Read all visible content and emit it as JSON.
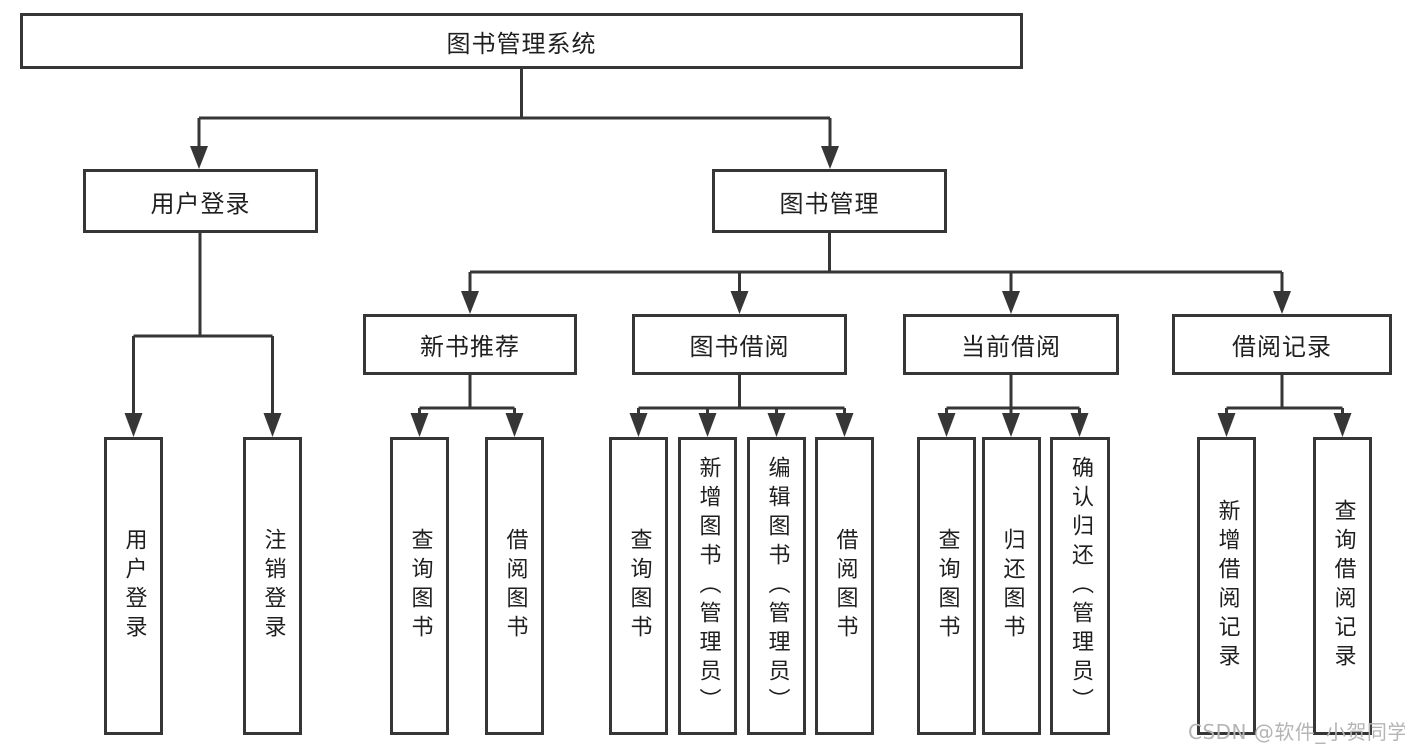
{
  "tree": {
    "root": "图书管理系统",
    "level2": [
      {
        "label": "用户登录",
        "children": [
          "用户登录",
          "注销登录"
        ]
      },
      {
        "label": "图书管理",
        "children": [
          {
            "label": "新书推荐",
            "children": [
              "查询图书",
              "借阅图书"
            ]
          },
          {
            "label": "图书借阅",
            "children": [
              "查询图书",
              "新增图书（管理员）",
              "编辑图书（管理员）",
              "借阅图书"
            ]
          },
          {
            "label": "当前借阅",
            "children": [
              "查询图书",
              "归还图书",
              "确认归还（管理员）"
            ]
          },
          {
            "label": "借阅记录",
            "children": [
              "新增借阅记录",
              "查询借阅记录"
            ]
          }
        ]
      }
    ]
  },
  "watermark": {
    "text": "CSDN @软件_小贺同学"
  },
  "colors": {
    "line": "#363636",
    "text": "#1f1f1f",
    "watermark": "#b5b5b5",
    "bg": "#ffffff"
  }
}
